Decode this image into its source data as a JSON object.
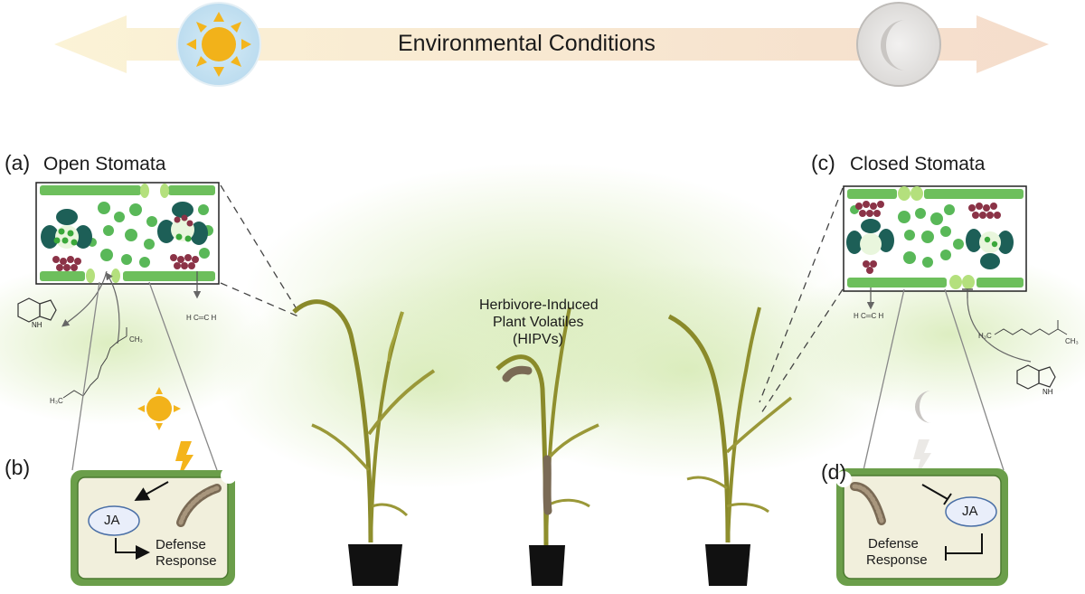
{
  "header": {
    "title": "Environmental Conditions"
  },
  "panels": {
    "a": {
      "letter": "(a)",
      "title": "Open Stomata"
    },
    "b": {
      "letter": "(b)",
      "hormone": "JA",
      "outcome_line1": "Defense",
      "outcome_line2": "Response"
    },
    "c": {
      "letter": "(c)",
      "title": "Closed Stomata"
    },
    "d": {
      "letter": "(d)",
      "hormone": "JA",
      "outcome_line1": "Defense",
      "outcome_line2": "Response"
    }
  },
  "center": {
    "line1": "Herbivore-Induced",
    "line2": "Plant Volatiles",
    "line3": "(HIPVs)"
  },
  "molecules": {
    "indole_nh": "N\nH",
    "ester_left": "CH₃",
    "ester_right_me": "H₃C",
    "ester_right_ch3": "CH₃",
    "ester_left_h3c": "H₃C"
  },
  "icons": {
    "day": "sun-icon",
    "night": "moon-icon",
    "signal_on": "lightning-icon",
    "signal_off": "faded-lightning-icon",
    "herbivore": "caterpillar-icon"
  },
  "colors": {
    "arrow_day": "#fbf1d4",
    "arrow_night": "#f3ddd0",
    "sun": "#f3b51d",
    "moon": "#c9c6c3",
    "leaf_green": "#7ec46a",
    "cell_green": "#58b657",
    "chloroplast_teal": "#1d5f57",
    "cluster_maroon": "#8b3347",
    "cell_wall": "#5a8f3c",
    "cell_fill": "#f1efdc",
    "plant": "#8a8a2a",
    "pot": "#111111",
    "haze": "#d7ebb8"
  }
}
